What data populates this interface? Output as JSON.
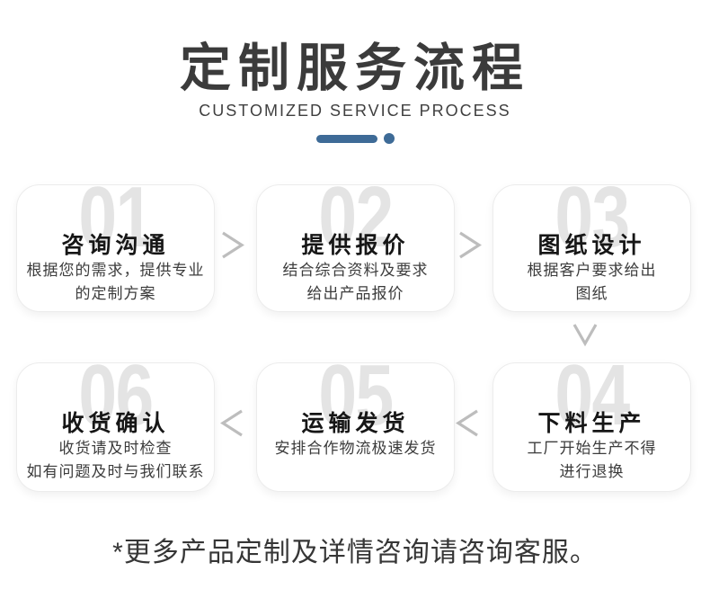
{
  "page": {
    "title": "定制服务流程",
    "subtitle": "CUSTOMIZED SERVICE PROCESS",
    "footnote": "*更多产品定制及详情咨询请咨询客服。",
    "accent_color": "#3e6b97",
    "step_number_color": "#e4e4e4",
    "chevron_color": "#bdbdbd",
    "card_background": "#ffffff"
  },
  "steps": [
    {
      "number": "01",
      "title": "咨询沟通",
      "description": [
        "根据您的需求，提供专业",
        "的定制方案"
      ]
    },
    {
      "number": "02",
      "title": "提供报价",
      "description": [
        "结合综合资料及要求",
        "给出产品报价"
      ]
    },
    {
      "number": "03",
      "title": "图纸设计",
      "description": [
        "根据客户要求给出",
        "图纸"
      ]
    },
    {
      "number": "04",
      "title": "下料生产",
      "description": [
        "工厂开始生产不得",
        "进行退换"
      ]
    },
    {
      "number": "05",
      "title": "运输发货",
      "description": [
        "安排合作物流极速发货"
      ]
    },
    {
      "number": "06",
      "title": "收货确认",
      "description": [
        "收货请及时检查",
        "如有问题及时与我们联系"
      ]
    }
  ],
  "flow": {
    "row1_direction": "left-to-right",
    "row2_direction": "right-to-left",
    "arrows": [
      "right",
      "right",
      "down",
      "left",
      "left"
    ]
  }
}
